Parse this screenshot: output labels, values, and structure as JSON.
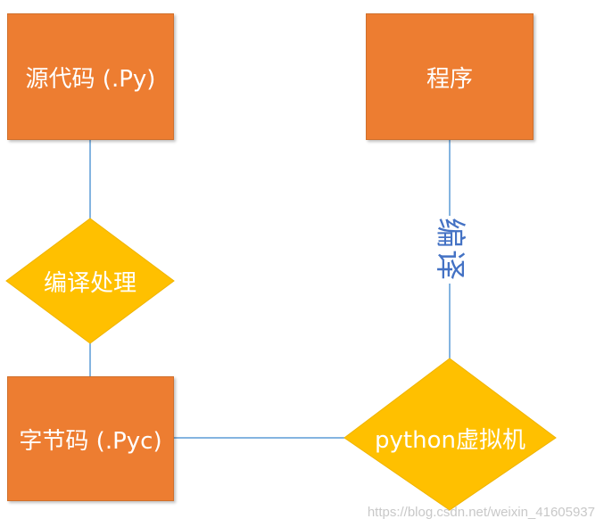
{
  "nodes": {
    "source_code": {
      "label": "源代码 (.Py)"
    },
    "program": {
      "label": "程序"
    },
    "compile_process": {
      "label": "编译处理"
    },
    "bytecode": {
      "label": "字节码 (.Pyc)"
    },
    "python_vm": {
      "label": "python虚拟机"
    }
  },
  "edges": {
    "vm_to_program": {
      "label": "编译"
    }
  },
  "watermark": "https://blog.csdn.net/weixin_41605937",
  "colors": {
    "box": "#ED7D31",
    "diamond": "#FFC000",
    "line": "#5B9BD5",
    "edge_label": "#4472C4"
  }
}
